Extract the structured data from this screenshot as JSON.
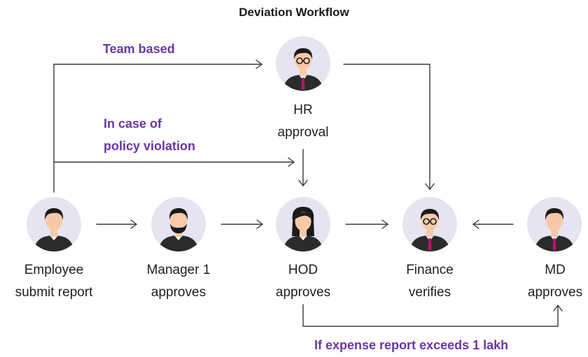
{
  "title": "Deviation Workflow",
  "labels": {
    "team_based": "Team based",
    "policy_violation_line1": "In case of",
    "policy_violation_line2": "policy violation",
    "expense_exceeds": "If expense report exceeds 1 lakh"
  },
  "nodes": {
    "employee": {
      "line1": "Employee",
      "line2": "submit report",
      "icon": "employee-avatar-icon"
    },
    "manager": {
      "line1": "Manager 1",
      "line2": "approves",
      "icon": "manager-avatar-icon"
    },
    "hod": {
      "line1": "HOD",
      "line2": "approves",
      "icon": "hod-avatar-icon"
    },
    "finance": {
      "line1": "Finance",
      "line2": "verifies",
      "icon": "finance-avatar-icon"
    },
    "md": {
      "line1": "MD",
      "line2": "approves",
      "icon": "md-avatar-icon"
    },
    "hr": {
      "line1": "HR",
      "line2": "approval",
      "icon": "hr-avatar-icon"
    }
  },
  "colors": {
    "accent": "#6a36a5",
    "avatar_bg": "#e7e3f0",
    "suit": "#2b2b2b",
    "tie": "#b8146b",
    "skin": "#f7c9a8",
    "hair": "#1b1b1b",
    "line": "#3a3a3a"
  }
}
